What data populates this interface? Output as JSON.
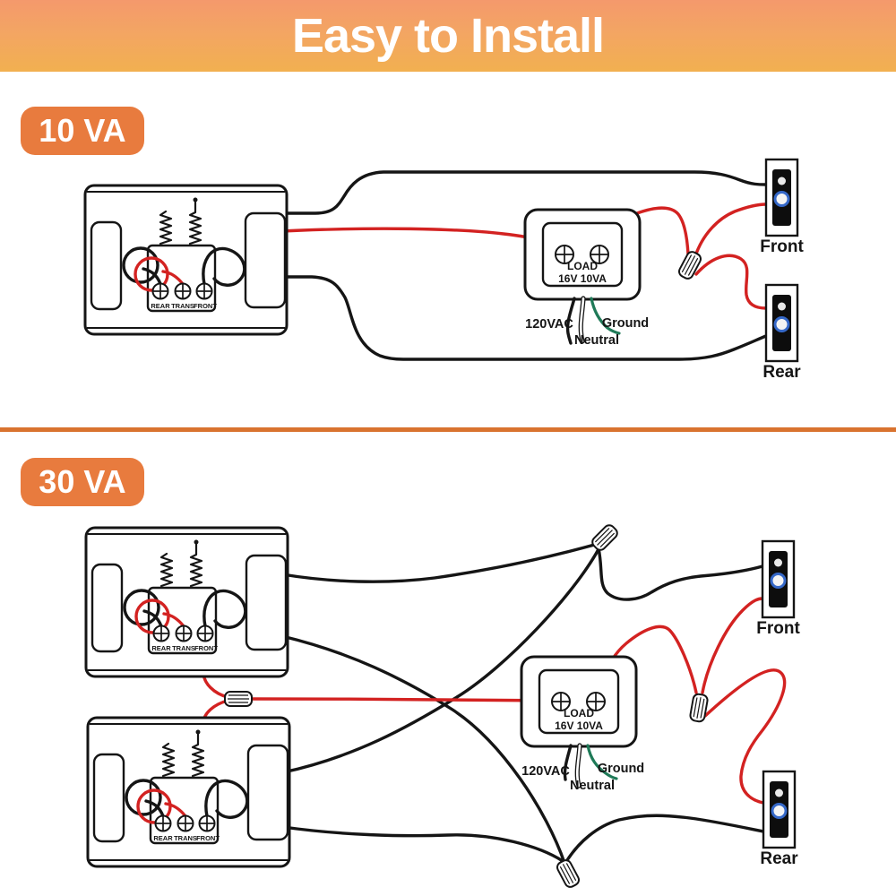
{
  "banner": {
    "title": "Easy to Install"
  },
  "sections": {
    "s10": {
      "badge": "10 VA",
      "chime_terminals": [
        "REAR",
        "TRANS",
        "FRONT"
      ],
      "transformer": {
        "name": "LOAD",
        "rating": "16V 10VA",
        "hot": "120VAC",
        "neutral": "Neutral",
        "ground": "Ground"
      },
      "front_button": "Front",
      "rear_button": "Rear"
    },
    "s30": {
      "badge": "30 VA",
      "chime_terminals": [
        "REAR",
        "TRANS",
        "FRONT"
      ],
      "transformer": {
        "name": "LOAD",
        "rating": "16V 10VA",
        "hot": "120VAC",
        "neutral": "Neutral",
        "ground": "Ground"
      },
      "front_button": "Front",
      "rear_button": "Rear"
    }
  },
  "colors": {
    "banner_gradient_top": "#f4996c",
    "banner_gradient_bottom": "#f2b050",
    "badge_orange": "#e87b3e",
    "divider_orange": "#d9732f",
    "wire_black": "#151515",
    "wire_hot_red": "#d32221",
    "wire_ground_green": "#1f7a58",
    "wire_neutral_white": "#ffffff",
    "doorbell_ring_blue": "#3568c8"
  }
}
